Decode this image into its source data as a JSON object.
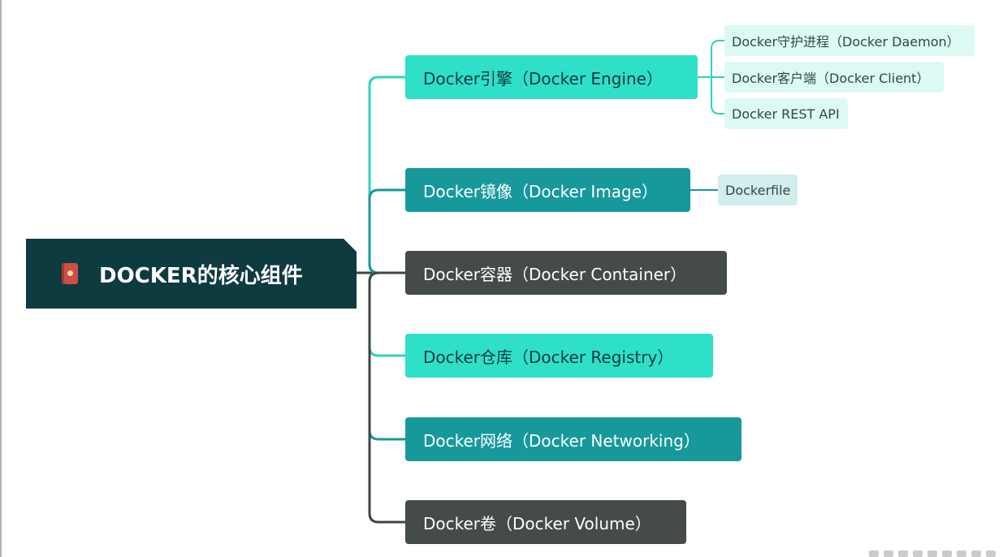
{
  "root": {
    "label": "DOCKER的核心组件",
    "icon": "notebook-icon"
  },
  "branches": [
    {
      "label": "Docker引擎（Docker Engine）",
      "leaves": [
        "Docker守护进程（Docker Daemon）",
        "Docker客户端（Docker Client）",
        "Docker REST API"
      ]
    },
    {
      "label": "Docker镜像（Docker Image）",
      "leaves": [
        "Dockerfile"
      ]
    },
    {
      "label": "Docker容器（Docker Container）",
      "leaves": []
    },
    {
      "label": "Docker仓库（Docker Registry）",
      "leaves": []
    },
    {
      "label": "Docker网络（Docker Networking）",
      "leaves": []
    },
    {
      "label": "Docker卷（Docker Volume）",
      "leaves": []
    }
  ],
  "colors": {
    "root_bg": "#0d3b40",
    "light_node": "#2ee0c8",
    "teal_node": "#17999c",
    "dark_node": "#444b49",
    "light_connector": "#2fd3bd",
    "teal_connector": "#17999c",
    "dark_connector": "#3f4644"
  }
}
